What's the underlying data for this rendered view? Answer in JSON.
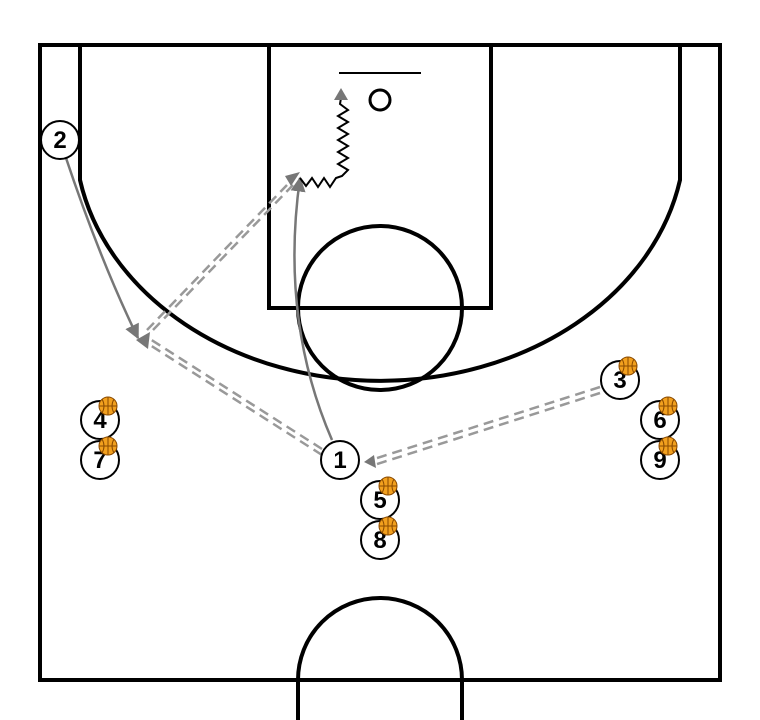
{
  "court": {
    "line_color": "#000000",
    "background": "#ffffff"
  },
  "colors": {
    "pass_line": "#999999",
    "cut_line": "#777777",
    "dribble_line": "#000000",
    "ball": "#f2a01e",
    "ball_seam": "#8a4a00"
  },
  "players": [
    {
      "id": "1",
      "label": "1",
      "has_ball": false
    },
    {
      "id": "2",
      "label": "2",
      "has_ball": false
    },
    {
      "id": "3",
      "label": "3",
      "has_ball": true
    },
    {
      "id": "4",
      "label": "4",
      "has_ball": true
    },
    {
      "id": "5",
      "label": "5",
      "has_ball": true
    },
    {
      "id": "6",
      "label": "6",
      "has_ball": true
    },
    {
      "id": "7",
      "label": "7",
      "has_ball": true
    },
    {
      "id": "8",
      "label": "8",
      "has_ball": true
    },
    {
      "id": "9",
      "label": "9",
      "has_ball": true
    }
  ],
  "actions": [
    {
      "type": "pass",
      "from": "3",
      "to": "1"
    },
    {
      "type": "pass",
      "from": "1",
      "to": "2"
    },
    {
      "type": "pass",
      "from": "2",
      "to": "1"
    },
    {
      "type": "cut",
      "player": "2"
    },
    {
      "type": "cut",
      "player": "1"
    },
    {
      "type": "dribble",
      "player": "1"
    }
  ]
}
